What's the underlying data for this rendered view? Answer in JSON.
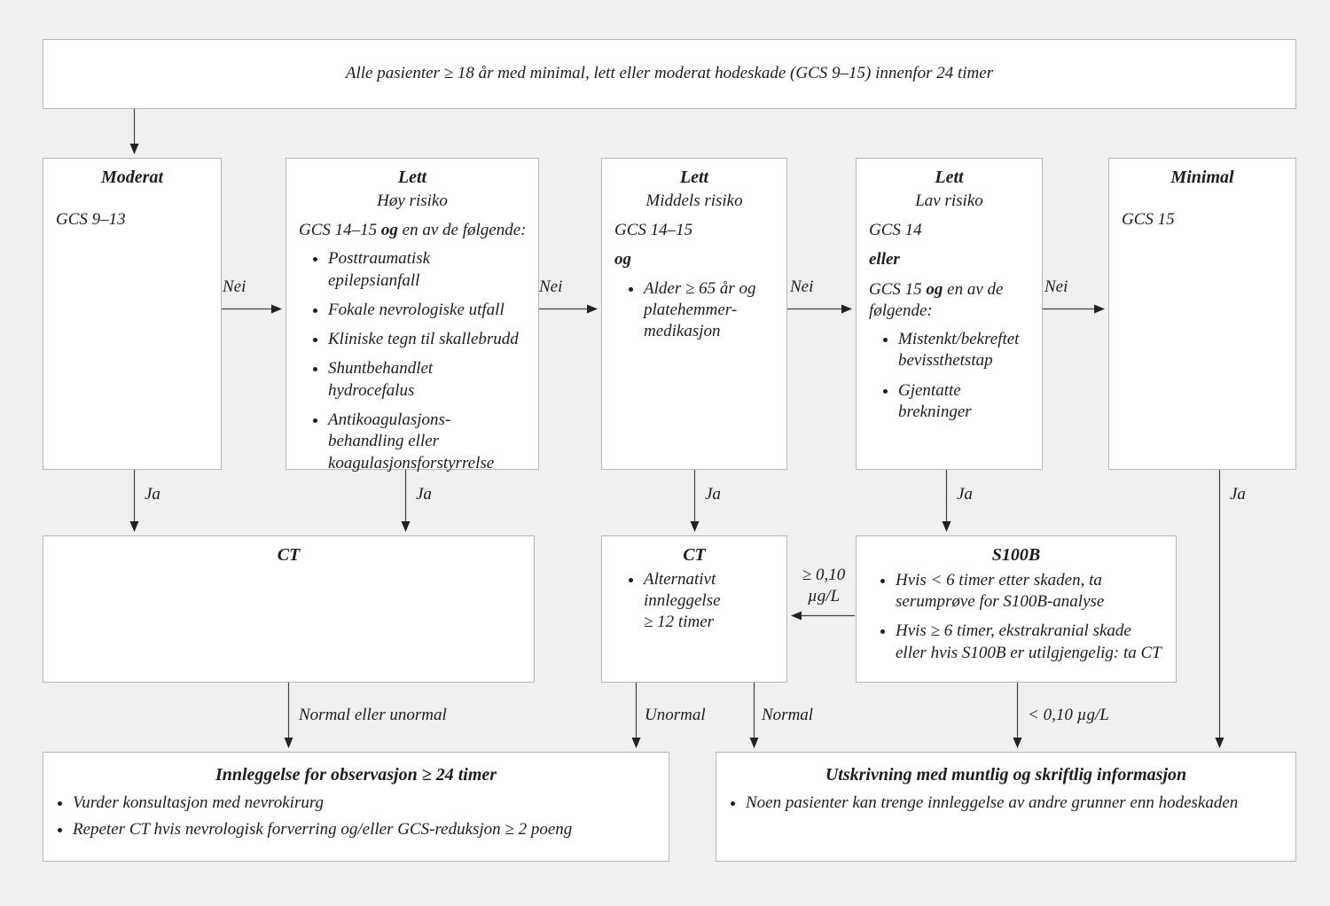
{
  "banner": {
    "text": "Alle pasienter ≥ 18 år med minimal, lett eller moderat hodeskade (GCS 9–15) innenfor 24 timer"
  },
  "labels": {
    "nei": "Nei",
    "ja": "Ja",
    "normal_eller_unormal": "Normal eller unormal",
    "unormal": "Unormal",
    "normal": "Normal",
    "s100b_high": "≥ 0,10\nµg/L",
    "s100b_low": "< 0,10 µg/L"
  },
  "boxes": {
    "moderat": {
      "title": "Moderat",
      "criteria": "GCS 9–13"
    },
    "lett_hoy": {
      "title": "Lett",
      "subtitle": "Høy risiko",
      "intro": {
        "pre": "GCS 14–15 ",
        "bold": "og",
        "post": " en av de følgende:"
      },
      "bullets": [
        "Posttraumatisk\nepilepsianfall",
        "Fokale nevrologiske utfall",
        "Kliniske tegn til skallebrudd",
        "Shuntbehandlet\nhydrocefalus",
        "Antikoagulasjons-\nbehandling eller\nkoagulasjonsforstyrrelse"
      ]
    },
    "lett_middels": {
      "title": "Lett",
      "subtitle": "Middels risiko",
      "line1": "GCS 14–15",
      "conjunction": "og",
      "bullets": [
        "Alder ≥ 65 år og\nplatehemmer-\nmedikasjon"
      ]
    },
    "lett_lav": {
      "title": "Lett",
      "subtitle": "Lav risiko",
      "line1": "GCS 14",
      "conjunction": "eller",
      "intro": {
        "pre": "GCS 15 ",
        "bold": "og",
        "post": " en av de følgende:"
      },
      "bullets": [
        "Mistenkt/bekreftet\nbevissthetstap",
        "Gjentatte\nbrekninger"
      ]
    },
    "minimal": {
      "title": "Minimal",
      "criteria": "GCS 15"
    },
    "ct_left": {
      "title": "CT"
    },
    "ct_mid": {
      "title": "CT",
      "bullets": [
        "Alternativt\ninnleggelse\n≥ 12 timer"
      ]
    },
    "s100b": {
      "title": "S100B",
      "bullets": [
        "Hvis < 6 timer etter skaden, ta\nserumprøve for S100B-analyse",
        "Hvis ≥ 6 timer, ekstrakranial skade\neller hvis S100B er utilgjengelig: ta CT"
      ]
    },
    "observasjon": {
      "title": "Innleggelse for observasjon ≥ 24 timer",
      "bullets": [
        "Vurder konsultasjon med nevrokirurg",
        "Repeter CT hvis nevrologisk forverring og/eller GCS-reduksjon ≥ 2 poeng"
      ]
    },
    "utskrivning": {
      "title": "Utskrivning med muntlig og skriftlig informasjon",
      "bullets": [
        "Noen pasienter kan trenge innleggelse av andre grunner enn hodeskaden"
      ]
    }
  },
  "colors": {
    "background": "#f1f0ee",
    "box_background": "#ffffff",
    "box_border": "#b9b8b6",
    "text": "#1d1d1b",
    "arrow": "#45433f"
  }
}
